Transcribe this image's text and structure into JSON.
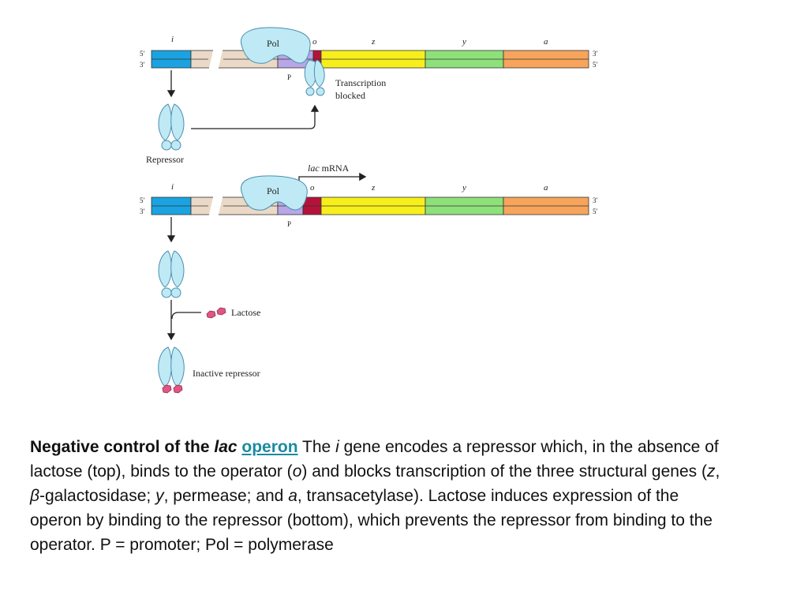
{
  "diagram": {
    "colors": {
      "i_gene": "#1aa3e0",
      "spacer": "#ead9c6",
      "promoter": "#b8a6e6",
      "operator": "#b5123a",
      "z_gene": "#f7ef1c",
      "y_gene": "#8ee07a",
      "a_gene": "#f7a55c",
      "protein_fill": "#bfe9f4",
      "lactose_fill": "#e25583"
    },
    "top": {
      "gene_labels": {
        "i": "i",
        "o": "o",
        "z": "z",
        "y": "y",
        "a": "a"
      },
      "strand_left": {
        "top": "5′",
        "bottom": "3′"
      },
      "strand_right": {
        "top": "3′",
        "bottom": "5′"
      },
      "pol_label": "Pol",
      "promoter_label": "P",
      "blocked_line1": "Transcription",
      "blocked_line2": "blocked",
      "repressor_label": "Repressor"
    },
    "bottom": {
      "gene_labels": {
        "i": "i",
        "o": "o",
        "z": "z",
        "y": "y",
        "a": "a"
      },
      "strand_left": {
        "top": "5′",
        "bottom": "3′"
      },
      "strand_right": {
        "top": "3′",
        "bottom": "5′"
      },
      "pol_label": "Pol",
      "promoter_label": "P",
      "mrna_italic": "lac",
      "mrna_rest": " mRNA",
      "lactose_label": "Lactose",
      "inactive_label": "Inactive repressor"
    }
  },
  "caption": {
    "title_prefix": "Negative control of the ",
    "title_lac": "lac",
    "title_space": " ",
    "link_text": "operon",
    "t1": " The ",
    "i1": "i",
    "t2": " gene encodes a repressor which, in the absence of lactose (top), binds to the operator (",
    "i2": "o",
    "t3": ") and blocks transcription of the three structural genes (",
    "i3": "z",
    "t4": ", ",
    "i4": "β",
    "t5": "-galactosidase; ",
    "i5": "y",
    "t6": ", permease; and ",
    "i6": "a",
    "t7": ", transacetylase). Lactose induces expression of the operon by binding to the repressor (bottom), which prevents the repressor from binding to the operator. P = promoter; Pol = polymerase"
  }
}
